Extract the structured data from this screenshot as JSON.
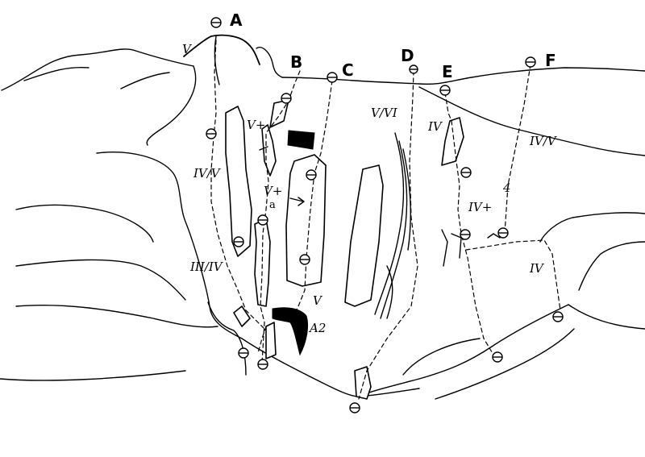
{
  "routes": [
    {
      "id": "A",
      "label": "A"
    },
    {
      "id": "B",
      "label": "B"
    },
    {
      "id": "C",
      "label": "C"
    },
    {
      "id": "D",
      "label": "D"
    },
    {
      "id": "E",
      "label": "E"
    },
    {
      "id": "F",
      "label": "F"
    }
  ],
  "grades": {
    "a_top": "V",
    "a_mid": "IV/V",
    "a_low": "III/IV",
    "b_crux": "V+",
    "c_upper": "V+",
    "c_sub": "a",
    "c_low": "V",
    "c_aid": "A2",
    "d": "V/VI",
    "e_upper": "IV",
    "e_lower": "IV+",
    "f": "IV/V",
    "f_traverse": "4",
    "right_low": "IV"
  }
}
